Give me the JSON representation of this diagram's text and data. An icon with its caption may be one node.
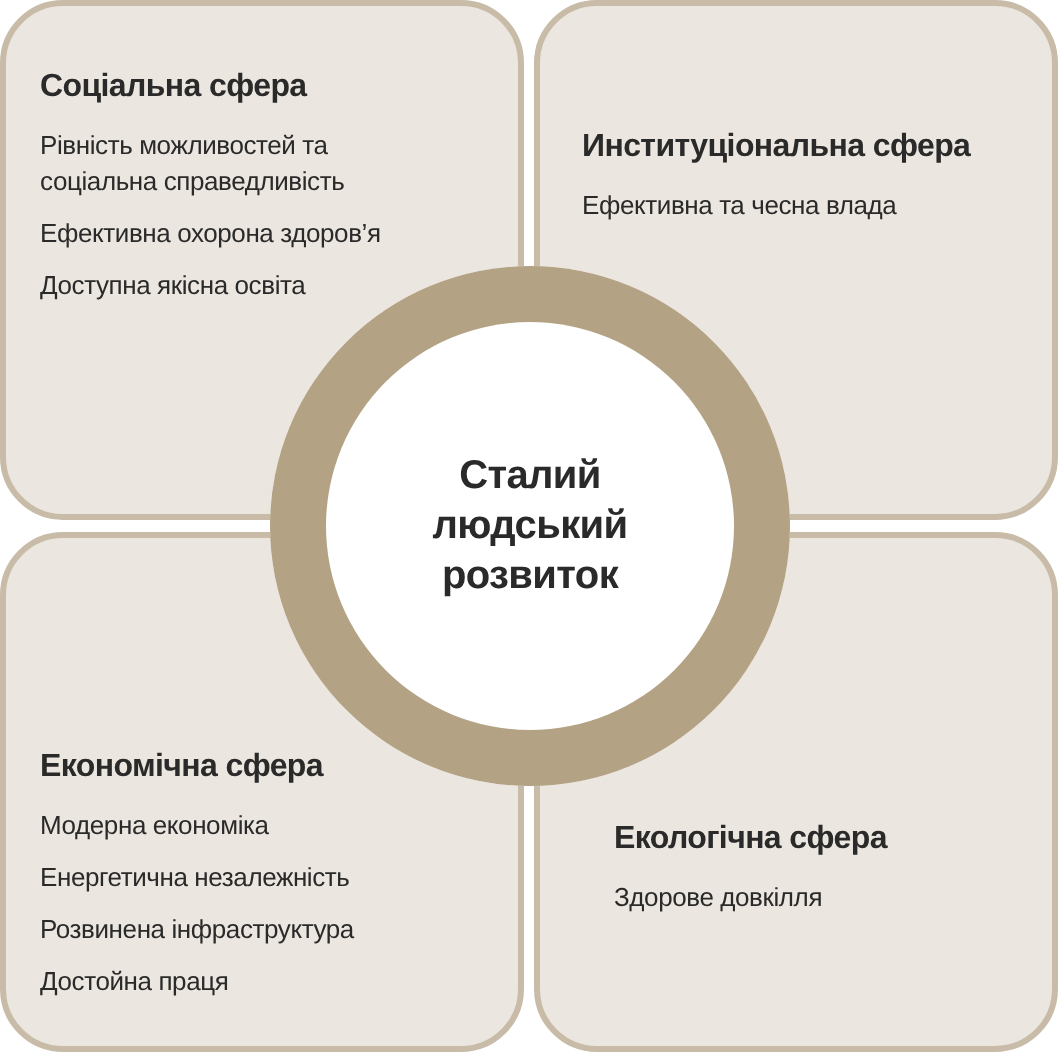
{
  "diagram": {
    "nodes": [
      {
        "text": [
          "Соціальна сфера",
          "Рівність можливостей та соціальна справедливість",
          "Ефективна охорона здоров’я",
          "Доступна якісна освіта"
        ]
      },
      {
        "text": [
          "Институціональна сфера",
          "Ефективна та чесна влада"
        ]
      },
      {
        "text": [
          "Економічна сфера",
          "Модерна економіка",
          "Енергетична незалежність",
          "Розвинена інфраструктура",
          "Достойна праця"
        ]
      },
      {
        "text": [
          "Екологічна сфера",
          "Здорове довкілля"
        ]
      },
      {
        "text": [
          "Сталий людський розвиток"
        ]
      }
    ]
  }
}
